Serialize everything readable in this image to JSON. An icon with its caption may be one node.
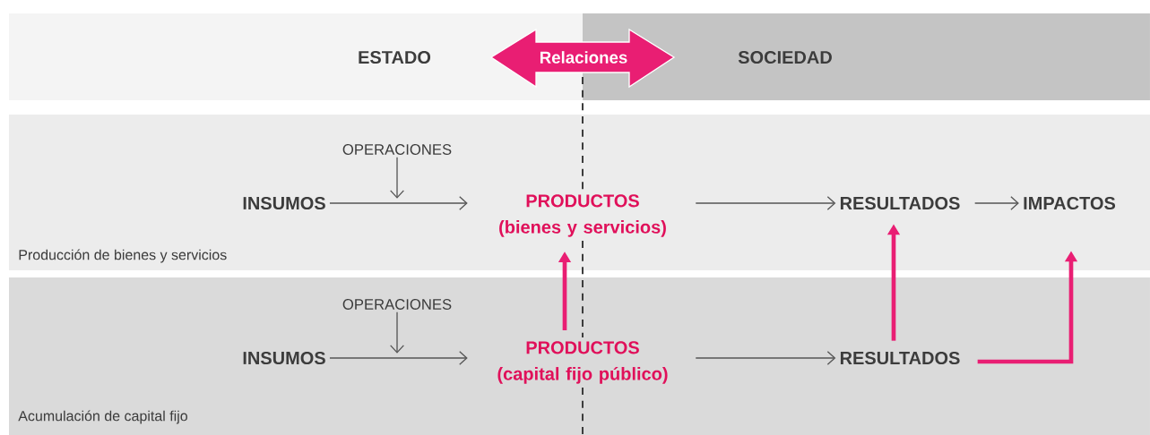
{
  "diagram": {
    "nodes": [
      {
        "text": [
          "ESTADO"
        ]
      },
      {
        "text": [
          "SOCIEDAD"
        ]
      },
      {
        "text": [
          "Relaciones"
        ]
      },
      {
        "text": [
          "Producción de bienes y servicios"
        ]
      },
      {
        "text": [
          "OPERACIONES"
        ],
        "in": 3
      },
      {
        "text": [
          "INSUMOS"
        ],
        "in": 3
      },
      {
        "text": [
          "PRODUCTOS (bienes y servicios)"
        ],
        "in": 3
      },
      {
        "text": [
          "RESULTADOS"
        ],
        "in": 3
      },
      {
        "text": [
          "IMPACTOS"
        ],
        "in": 3
      },
      {
        "text": [
          "Acumulación de capital fijo"
        ]
      },
      {
        "text": [
          "OPERACIONES"
        ],
        "in": 9
      },
      {
        "text": [
          "INSUMOS"
        ],
        "in": 9
      },
      {
        "text": [
          "PRODUCTOS (capital fijo público)"
        ],
        "in": 9
      },
      {
        "text": [
          "RESULTADOS"
        ],
        "in": 9
      }
    ],
    "edges": [
      {
        "from": 4,
        "to": null,
        "arrow": "to"
      },
      {
        "from": 5,
        "to": 6,
        "arrow": "to"
      },
      {
        "from": 6,
        "to": 7,
        "arrow": "to"
      },
      {
        "from": 7,
        "to": 8,
        "arrow": "to"
      },
      {
        "from": 10,
        "to": null,
        "arrow": "to"
      },
      {
        "from": 11,
        "to": 12,
        "arrow": "to"
      },
      {
        "from": 12,
        "to": 13,
        "arrow": "to"
      },
      {
        "from": 12,
        "to": 6,
        "arrow": "to",
        "style": "thick",
        "color": "#e91e73"
      },
      {
        "from": 13,
        "to": 7,
        "arrow": "to",
        "style": "thick",
        "color": "#e91e73"
      },
      {
        "from": 13,
        "to": 8,
        "arrow": "to",
        "style": "thick",
        "color": "#e91e73"
      }
    ]
  }
}
